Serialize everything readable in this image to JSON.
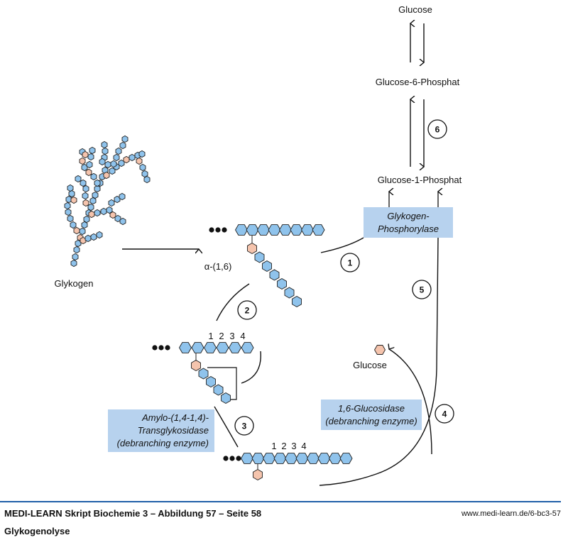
{
  "colors": {
    "glucose_unit": "#8fc3ec",
    "branch_unit": "#f5c4ad",
    "enzyme_box": "#b7d2ee",
    "footer_rule": "#1f5fa8"
  },
  "labels": {
    "glucose_top": "Glucose",
    "g6p": "Glucose-6-Phosphat",
    "g1p": "Glucose-1-Phosphat",
    "glykogen": "Glykogen",
    "alpha16": "α-(1,6)",
    "glucose_free": "Glucose",
    "positions_a": [
      "1",
      "2",
      "3",
      "4"
    ],
    "positions_b": [
      "1",
      "2",
      "3",
      "4"
    ]
  },
  "enzymes": {
    "phosphorylase": [
      "Glykogen-",
      "Phosphorylase"
    ],
    "transglykosidase": [
      "Amylo-(1,4-1,4)-",
      "Transglykosidase",
      "(debranching enzyme)"
    ],
    "glucosidase": [
      "1,6-Glucosidase",
      "(debranching enzyme)"
    ]
  },
  "steps": [
    "1",
    "2",
    "3",
    "4",
    "5",
    "6"
  ],
  "footer": {
    "title": "MEDI-LEARN Skript Biochemie 3 – Abbildung 57 – Seite 58",
    "subtitle": "Glykogenolyse",
    "url": "www.medi-learn.de/6-bc3-57"
  }
}
